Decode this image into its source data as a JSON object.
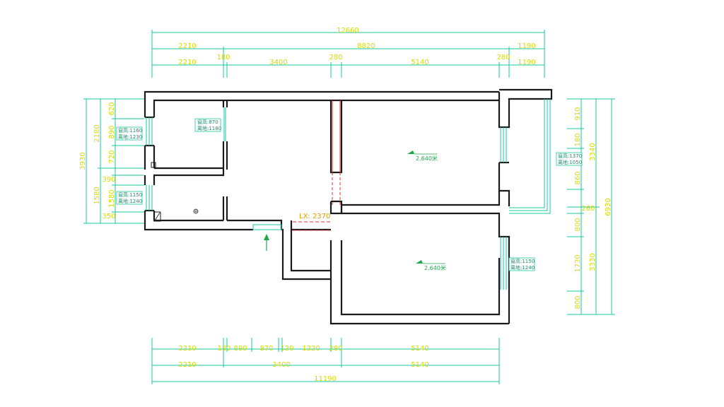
{
  "dims": {
    "top": {
      "overall": "12660",
      "row2": [
        "2210",
        "8820",
        "1190"
      ],
      "row3": [
        "2210",
        "180",
        "3400",
        "280",
        "5140",
        "280",
        "1190"
      ]
    },
    "bottom": {
      "row1": [
        "2210",
        "180",
        "890",
        "870",
        "120",
        "1220",
        "280",
        "5140"
      ],
      "row2": [
        "2210",
        "3400",
        "5140"
      ],
      "overall": "11190"
    },
    "left": {
      "overall": "3930",
      "row2": [
        "2180",
        "1580"
      ],
      "row3": [
        "620",
        "890",
        "720",
        "390",
        "1580",
        "350"
      ]
    },
    "right": {
      "overall": "6930",
      "row2": [
        "3340",
        "3330"
      ],
      "row3": [
        "910",
        "180",
        "860",
        "260",
        "800",
        "1730",
        "800"
      ]
    }
  },
  "notes": {
    "n1": [
      "窗高:870",
      "离地:1180"
    ],
    "n2": [
      "窗高:1160",
      "离地:1230"
    ],
    "n3": [
      "窗高:1150",
      "离地:1240"
    ],
    "n4": [
      "窗高:1370",
      "离地:1050"
    ],
    "n5": [
      "窗高:1150",
      "离地:1240"
    ]
  },
  "levels": [
    "2.640米",
    "2.640米"
  ],
  "beam_label": "LX: 2370"
}
